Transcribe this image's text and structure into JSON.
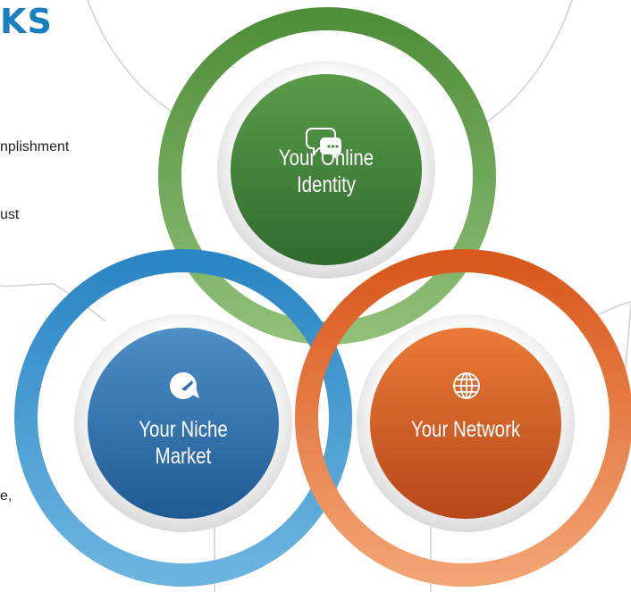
{
  "page": {
    "title_fragment": "KS",
    "text_fragments": [
      "nplishment",
      "ust",
      "e,"
    ]
  },
  "circles": [
    {
      "label_line1": "Your Online",
      "label_line2": "Identity",
      "icon": "chat-bubble-icon",
      "color": "#4a8a3c"
    },
    {
      "label_line1": "Your Niche",
      "label_line2": "Market",
      "icon": "pie-chart-icon",
      "color": "#2f6ea6"
    },
    {
      "label_line1": "Your Network",
      "label_line2": "",
      "icon": "globe-icon",
      "color": "#d3611f"
    }
  ],
  "colors": {
    "green_ring": "#5d9e47",
    "blue_ring": "#2f8cc8",
    "orange_ring": "#e06a2a",
    "title_blue": "#1a7fc1",
    "outline_gray": "#cfcfcf"
  }
}
